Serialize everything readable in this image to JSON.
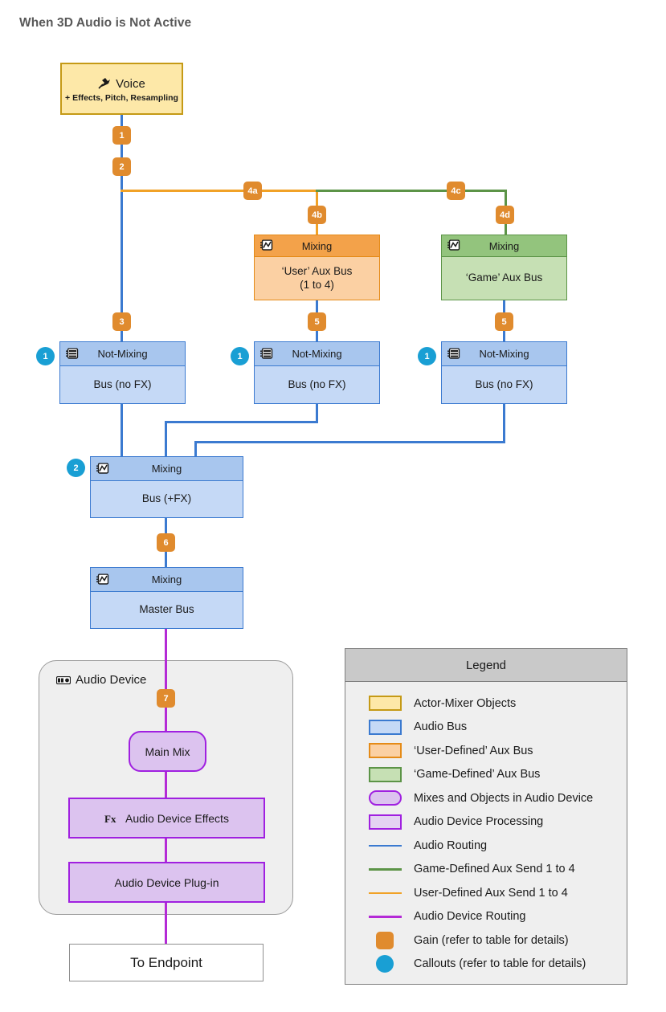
{
  "title": "When 3D Audio is Not Active",
  "colors": {
    "actor_mixer_fill": "#fde8a8",
    "actor_mixer_stroke": "#c59a16",
    "audio_bus_fill": "#c5d9f6",
    "audio_bus_header": "#a8c6ee",
    "audio_bus_stroke": "#3b7ad0",
    "user_aux_fill": "#fbd0a3",
    "user_aux_header": "#f3a24a",
    "user_aux_stroke": "#e58b18",
    "game_aux_fill": "#c6e0b4",
    "game_aux_header": "#93c47d",
    "game_aux_stroke": "#5c9447",
    "device_fill": "#dcc3ef",
    "device_stroke": "#a020e0",
    "audio_routing": "#3b7ad0",
    "game_send": "#5c9447",
    "user_send": "#f1a227",
    "device_routing": "#b42ad6",
    "gain_badge": "#e08b2e",
    "callout_badge": "#199fd4"
  },
  "nodes": {
    "voice": {
      "icon": "voice-icon",
      "title": "Voice",
      "subtitle": "+ Effects, Pitch, Resampling"
    },
    "user_aux": {
      "icon": "mixing-icon",
      "header": "Mixing",
      "body_line1": "‘User’ Aux Bus",
      "body_line2": "(1 to 4)"
    },
    "game_aux": {
      "icon": "mixing-icon",
      "header": "Mixing",
      "body": "‘Game’ Aux Bus"
    },
    "bus_left": {
      "icon": "not-mixing-icon",
      "header": "Not-Mixing",
      "body": "Bus (no FX)"
    },
    "bus_mid": {
      "icon": "not-mixing-icon",
      "header": "Not-Mixing",
      "body": "Bus (no FX)"
    },
    "bus_right": {
      "icon": "not-mixing-icon",
      "header": "Not-Mixing",
      "body": "Bus (no FX)"
    },
    "mixing_bus_fx": {
      "icon": "mixing-icon",
      "header": "Mixing",
      "body": "Bus (+FX)"
    },
    "master_bus": {
      "icon": "mixing-icon",
      "header": "Mixing",
      "body": "Master Bus"
    },
    "audio_device": {
      "icon": "audio-device-icon",
      "label": "Audio Device"
    },
    "main_mix": {
      "label": "Main Mix"
    },
    "audio_device_effects": {
      "icon": "fx-icon",
      "label": "Audio Device Effects"
    },
    "audio_device_plugin": {
      "label": "Audio Device Plug-in"
    },
    "endpoint": {
      "label": "To Endpoint"
    }
  },
  "gains": {
    "g1": "1",
    "g2": "2",
    "g3": "3",
    "g4a": "4a",
    "g4b": "4b",
    "g4c": "4c",
    "g4d": "4d",
    "g5_mid": "5",
    "g5_right": "5",
    "g6": "6",
    "g7": "7"
  },
  "callouts": {
    "c1_left": "1",
    "c1_mid": "1",
    "c1_right": "1",
    "c2": "2"
  },
  "legend": {
    "title": "Legend",
    "items": [
      {
        "marker": "swatch",
        "color": "#fde8a8",
        "stroke": "#c59a16",
        "label": "Actor-Mixer Objects"
      },
      {
        "marker": "swatch",
        "color": "#c5d9f6",
        "stroke": "#3b7ad0",
        "label": "Audio Bus"
      },
      {
        "marker": "swatch",
        "color": "#fbd0a3",
        "stroke": "#e58b18",
        "label": "‘User-Defined’ Aux Bus"
      },
      {
        "marker": "swatch",
        "color": "#c6e0b4",
        "stroke": "#5c9447",
        "label": "‘Game-Defined’ Aux Bus"
      },
      {
        "marker": "pill",
        "color": "#dcc3ef",
        "stroke": "#a020e0",
        "label": "Mixes and Objects in Audio Device"
      },
      {
        "marker": "swatch",
        "color": "#e4d3f2",
        "stroke": "#a020e0",
        "label": "Audio Device Processing"
      },
      {
        "marker": "line",
        "color": "#3b7ad0",
        "label": "Audio Routing"
      },
      {
        "marker": "line",
        "color": "#5c9447",
        "label": "Game-Defined Aux Send 1 to 4"
      },
      {
        "marker": "line",
        "color": "#f1a227",
        "label": "User-Defined Aux Send 1 to 4"
      },
      {
        "marker": "line",
        "color": "#b42ad6",
        "label": "Audio Device Routing"
      },
      {
        "marker": "square",
        "color": "#e08b2e",
        "label": "Gain (refer to table for details)"
      },
      {
        "marker": "circle",
        "color": "#199fd4",
        "label": "Callouts (refer to table for details)"
      }
    ]
  }
}
